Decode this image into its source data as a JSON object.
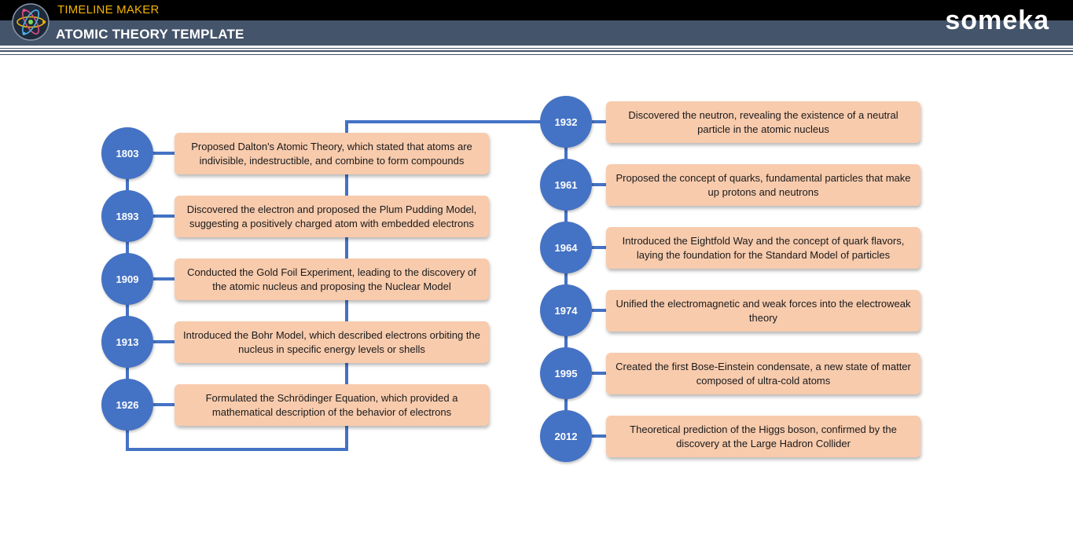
{
  "header": {
    "app_name": "TIMELINE MAKER",
    "page_title": "ATOMIC THEORY TEMPLATE",
    "brand": "someka",
    "logo_icon": "atom-icon"
  },
  "colors": {
    "topbar": "#000000",
    "titlebar": "#44546a",
    "app_name": "#f5b400",
    "node": "#4472c4",
    "card": "#f8cbad",
    "connector": "#4472c4"
  },
  "timeline": [
    {
      "year": "1803",
      "text": "Proposed Dalton's Atomic Theory, which stated that atoms are indivisible, indestructible, and combine to form compounds"
    },
    {
      "year": "1893",
      "text": "Discovered the electron and proposed the Plum Pudding Model, suggesting a positively charged atom with embedded electrons"
    },
    {
      "year": "1909",
      "text": "Conducted the Gold Foil Experiment, leading to the discovery of the atomic nucleus and proposing the Nuclear Model"
    },
    {
      "year": "1913",
      "text": "Introduced the Bohr Model, which described electrons orbiting the nucleus in specific energy levels or shells"
    },
    {
      "year": "1926",
      "text": "Formulated the Schrödinger Equation, which provided a mathematical description of the behavior of electrons"
    },
    {
      "year": "1932",
      "text": "Discovered the neutron, revealing the existence of a neutral particle in the atomic nucleus"
    },
    {
      "year": "1961",
      "text": "Proposed the concept of quarks, fundamental particles that make up protons and neutrons"
    },
    {
      "year": "1964",
      "text": "Introduced the Eightfold Way and the concept of quark flavors, laying the foundation for the Standard Model of particles"
    },
    {
      "year": "1974",
      "text": "Unified the electromagnetic and weak forces into the electroweak theory"
    },
    {
      "year": "1995",
      "text": "Created the first Bose-Einstein condensate, a new state of matter composed of ultra-cold atoms"
    },
    {
      "year": "2012",
      "text": "Theoretical prediction of the Higgs boson, confirmed by the discovery at the Large Hadron Collider"
    }
  ]
}
